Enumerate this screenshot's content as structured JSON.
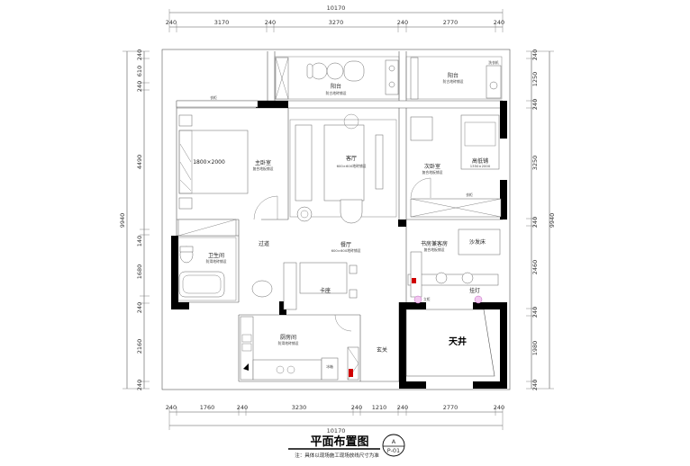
{
  "plan": {
    "top_total": "10170",
    "top_segments": [
      "240",
      "3170",
      "240",
      "3270",
      "240",
      "2770",
      "240"
    ],
    "bottom_total": "10170",
    "bottom_segments": [
      "240",
      "1760",
      "240",
      "3230",
      "240",
      "1210",
      "240",
      "2770",
      "240"
    ],
    "left_total": "9940",
    "left_segments": [
      "240",
      "610",
      "240",
      "4490",
      "140",
      "1680",
      "240",
      "2160",
      "240"
    ],
    "right_total": "9940",
    "right_segments": [
      "240",
      "1250",
      "240",
      "3250",
      "240",
      "2460",
      "240",
      "1980",
      "240"
    ],
    "rooms": {
      "balcony_1": {
        "name": "阳台",
        "note": "防古地砖铺设"
      },
      "balcony_2": {
        "name": "阳台",
        "note": "防古地砖铺设"
      },
      "master_bedroom": {
        "name": "主卧室",
        "note": "复合地板铺设"
      },
      "living_room": {
        "name": "客厅",
        "note": "600×600地砖铺设"
      },
      "second_bedroom": {
        "name": "次卧室",
        "note": "复合地板铺设"
      },
      "corridor": {
        "name": "过道"
      },
      "dining": {
        "name": "餐厅",
        "note": "600×600地砖铺设"
      },
      "study": {
        "name": "书房兼客房",
        "note": "复合地板铺设"
      },
      "bathroom": {
        "name": "卫生间",
        "note": "防滑地砖铺设"
      },
      "kitchen": {
        "name": "厨房间",
        "note": "防滑地砖铺设"
      },
      "entrance": {
        "name": "玄关"
      },
      "courtyard": {
        "name": "天井"
      }
    },
    "furniture": {
      "bed_master": "1800×2000",
      "bed_high": "高低铺",
      "bed_high_size": "1350×2000",
      "sofa_bed": "沙发床",
      "booth": "卡座",
      "hang_light": "挂灯",
      "fridge": "冰箱",
      "washer": "洗衣机",
      "cabinet": "衣柜",
      "cabinet_2": "衣柜",
      "stand": "立柜"
    },
    "title": "平面布置图",
    "note": "注：具体以现场施工现场放线尺寸为准",
    "sheet_letter": "A",
    "sheet_number": "P-01"
  }
}
